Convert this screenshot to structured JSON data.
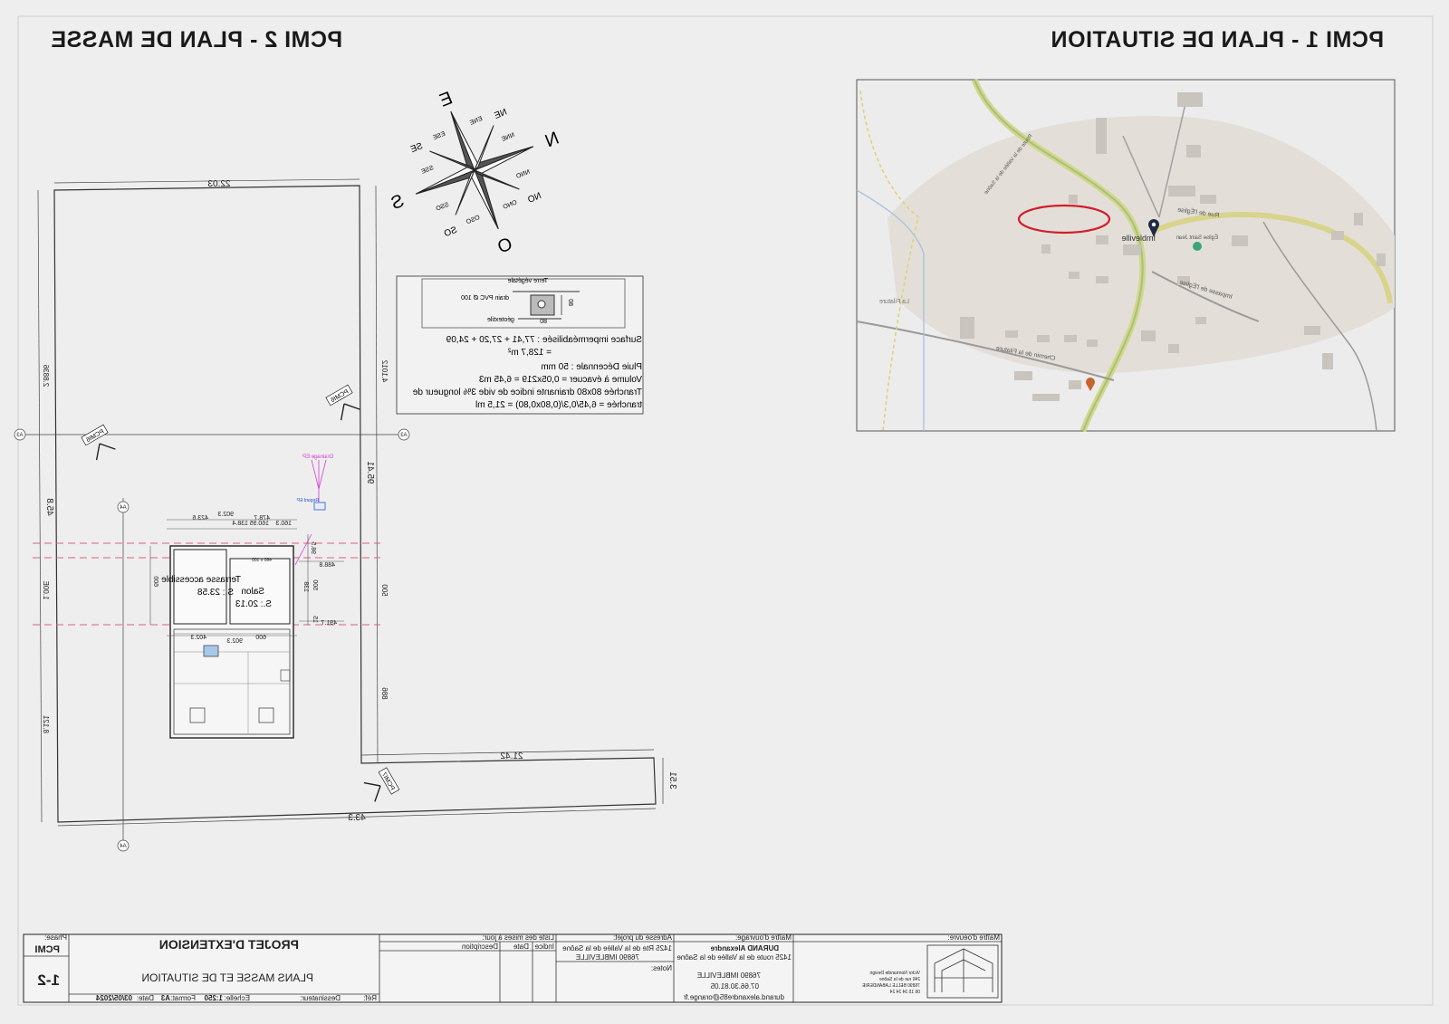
{
  "titles": {
    "situation": "PCMI 1 - PLAN DE SITUATION",
    "masse": "PCMI 2 - PLAN DE MASSE"
  },
  "compass": {
    "N": "N",
    "S": "S",
    "E": "E",
    "O": "O",
    "NE": "NE",
    "NO": "NO",
    "SE": "SE",
    "SO": "SO",
    "NNE": "NNE",
    "ENE": "ENE",
    "ESE": "ESE",
    "SSE": "SSE",
    "SSO": "SSO",
    "OSO": "OSO",
    "ONO": "ONO",
    "NNO": "NNO"
  },
  "drain_note": {
    "terre": "Terre végétale",
    "drain": "drain PVC Ø 100",
    "geotextile": "géotextile",
    "dim_w": "80",
    "dim_h": "80",
    "lines": [
      "Surface imperméabilisée :    77,41 + 27,20 + 24,09",
      "= 128,7 m²",
      "Pluie Décennale : 50 mm",
      "Volume à évacuer = 0,05x219 = 6,45 m3",
      "Tranchée 80x80 drainante indice de vide 3% longueur de",
      "tranchée = 6,45/0,3/(0,80x0,80) = 21,5 ml"
    ]
  },
  "map": {
    "village": "Imbleville",
    "church": "Église Saint Jean",
    "rue_eglise": "Rue de l'Église",
    "impasse": "Impasse de l'Église",
    "chemin": "Chemin de la Filature",
    "route_valley": "Route de la Vallée de la Saône",
    "lieu": "La Filature"
  },
  "plan": {
    "dims": {
      "top": "22.03",
      "left_top": "2.8836",
      "left_mid": "1.00E",
      "left_bottom": "8.121",
      "bottom": "43.3",
      "bottom_right": "21.42",
      "right_small": "3.51",
      "mid_left": "45.8",
      "mid_right": "95.41",
      "right_top": "4.1012",
      "right_mid": "500",
      "right_low": "886"
    },
    "rooms": {
      "terrasse": "Terrasse accessible",
      "terrasse_area": "S.: 23.58",
      "salon": "Salon",
      "salon_area": "S.: 20.13"
    },
    "building_dims": {
      "a": "902.3",
      "b": "478.7",
      "c": "423.6",
      "d": "160.3",
      "e": "160.95",
      "f": "138.4",
      "g": "488.8",
      "h": "491.7",
      "i": "402.3",
      "j": "902.3",
      "k": "600",
      "l": "98.5",
      "m": "500",
      "n": "600",
      "o": "138",
      "p": "15",
      "q": "460 x 100"
    },
    "labels": {
      "drainage": "Drainage EP",
      "regard": "Regard EP",
      "pcmi_a": "PCMI6",
      "pcmi_b": "PCMI6",
      "pcmi_c": "PCMI7",
      "bubble_a": "A3",
      "bubble_b": "A3",
      "bubble_c": "A4",
      "bubble_d": "A4"
    }
  },
  "titleblock": {
    "phase_label": "Phase:",
    "phase": "PCMI",
    "number": "1-2",
    "project": "PROJET D'EXTENSION",
    "subtitle": "PLANS MASSE ET DE SITUATION",
    "ref_label": "Réf:",
    "dessinateur_label": "Dessinateur:",
    "echelle_label": "Echelle:",
    "echelle": "1:250",
    "format_label": "Format:",
    "format": "A3",
    "date_label": "Date:",
    "date": "03/05/2024",
    "revisions_label": "Liste des mises à jour:",
    "col_indice": "Indice",
    "col_date": "Date",
    "col_description": "Description",
    "adresse_label": "Adresse du projet:",
    "adresse_1": "1425 Rte de la Vallée de la Saône",
    "adresse_2": "76890 IMBLEVILLE",
    "notes_label": "Notes:",
    "mo_label": "Maître d'ouvrage:",
    "mo_name": "DURAND Alexandre",
    "mo_addr_1": "1425 route de la Vallée de la Saône",
    "mo_addr_2": "76890 IMBLEVILLE",
    "mo_phone": "07.66.30.81.05",
    "mo_mail": "durand.alexandre85@orange.fr",
    "moe_label": "Maître d'oeuvre:",
    "moe_1": "Victor Normandie Design",
    "moe_2": "246 rue de la Saône",
    "moe_3": "76890 BELLE LABANDERIE",
    "moe_4": "06 15 34 24 24"
  }
}
